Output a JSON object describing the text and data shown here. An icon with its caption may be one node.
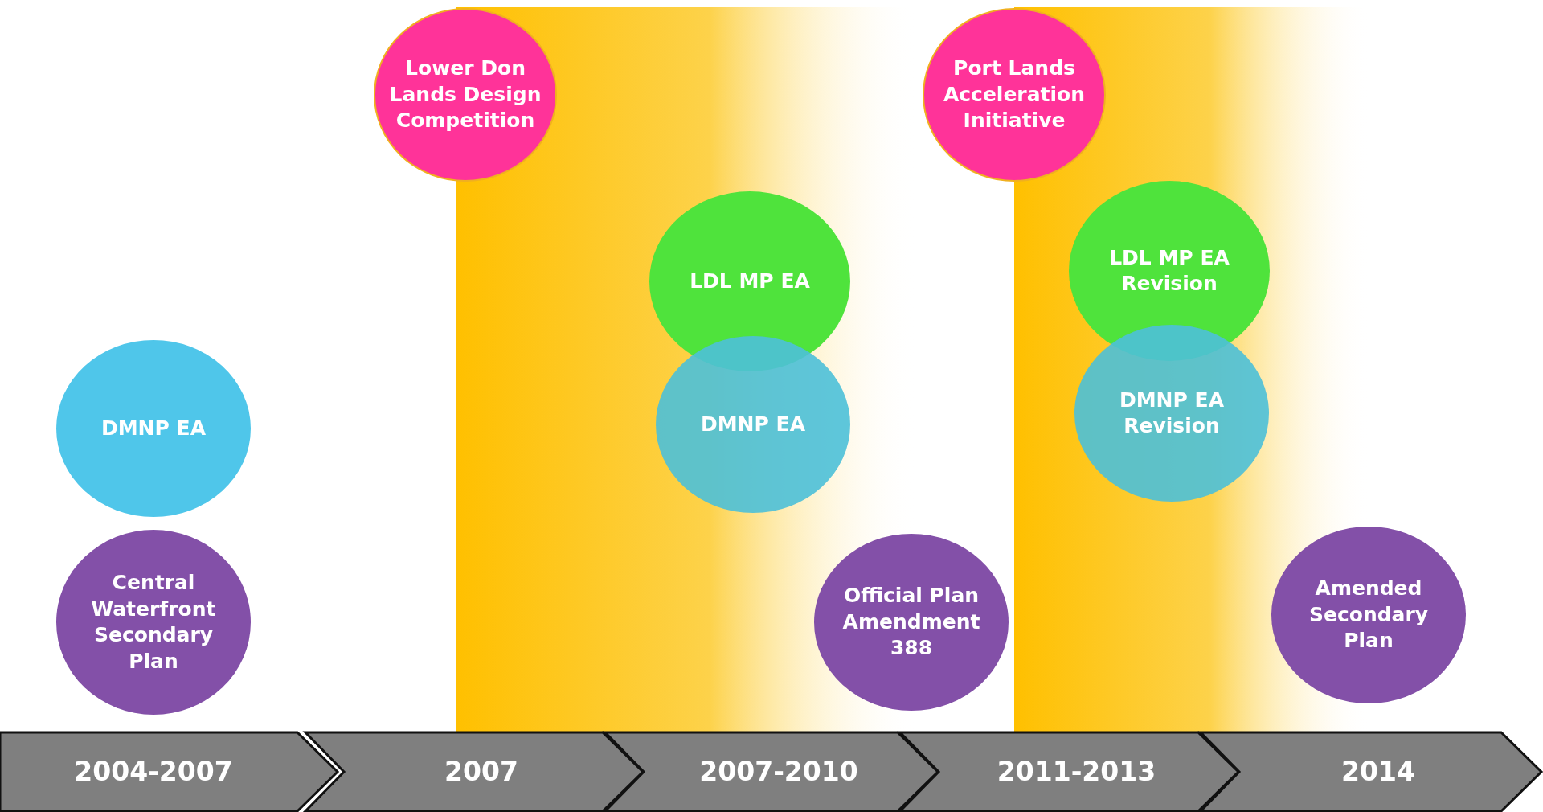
{
  "diagram": {
    "nodes": [
      {
        "text": [
          "Central Waterfront Secondary Plan"
        ]
      },
      {
        "text": [
          "DMNP EA"
        ]
      },
      {
        "text": [
          "Lower Don Lands Design Competition"
        ]
      },
      {
        "text": [
          "LDL MP EA"
        ]
      },
      {
        "text": [
          "DMNP EA"
        ]
      },
      {
        "text": [
          "Official Plan Amendment 388"
        ]
      },
      {
        "text": [
          "Port Lands Acceleration Initiative"
        ]
      },
      {
        "text": [
          "LDL MP EA Revision"
        ]
      },
      {
        "text": [
          "DMNP EA Revision"
        ]
      },
      {
        "text": [
          "Amended Secondary Plan"
        ]
      },
      {
        "text": [
          "2004-2007"
        ]
      },
      {
        "text": [
          "2007"
        ]
      },
      {
        "text": [
          "2007-2010"
        ]
      },
      {
        "text": [
          "2011-2013"
        ]
      },
      {
        "text": [
          "2014"
        ]
      }
    ]
  }
}
